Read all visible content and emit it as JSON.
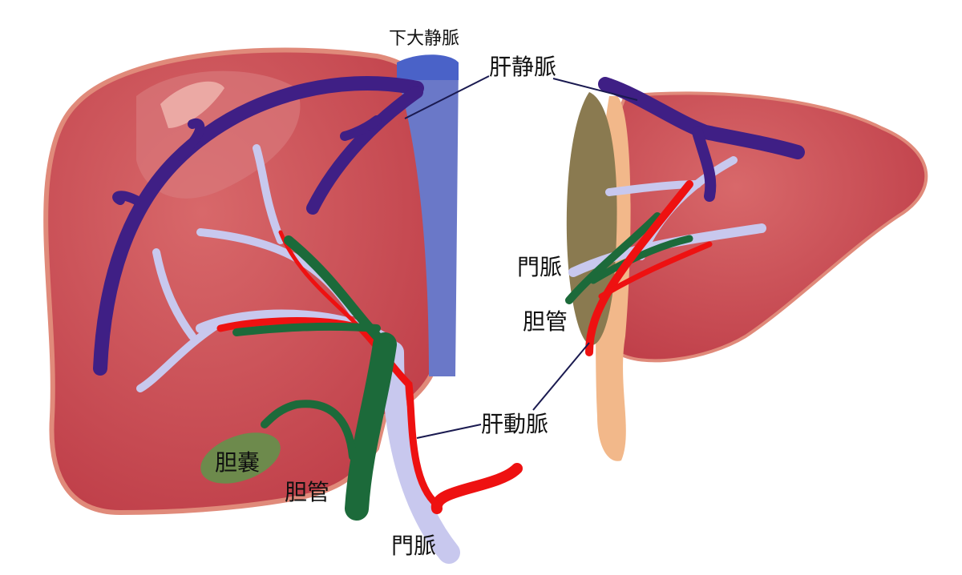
{
  "labels": {
    "ivc": "下大静脈",
    "hepatic_vein": "肝静脈",
    "portal_vein_right": "門脈",
    "bile_duct_right": "胆管",
    "hepatic_artery": "肝動脈",
    "gallbladder": "胆嚢",
    "bile_duct_left": "胆管",
    "portal_vein_bottom": "門脈"
  },
  "colors": {
    "liver": "#c84b4f",
    "hepatic_vein": "#3f1f85",
    "portal_vein": "#c8c8ee",
    "hepatic_artery": "#ee1111",
    "bile_duct": "#1c6a3a",
    "ivc": "#6a78c8",
    "gallbladder": "#6d8a4c"
  }
}
